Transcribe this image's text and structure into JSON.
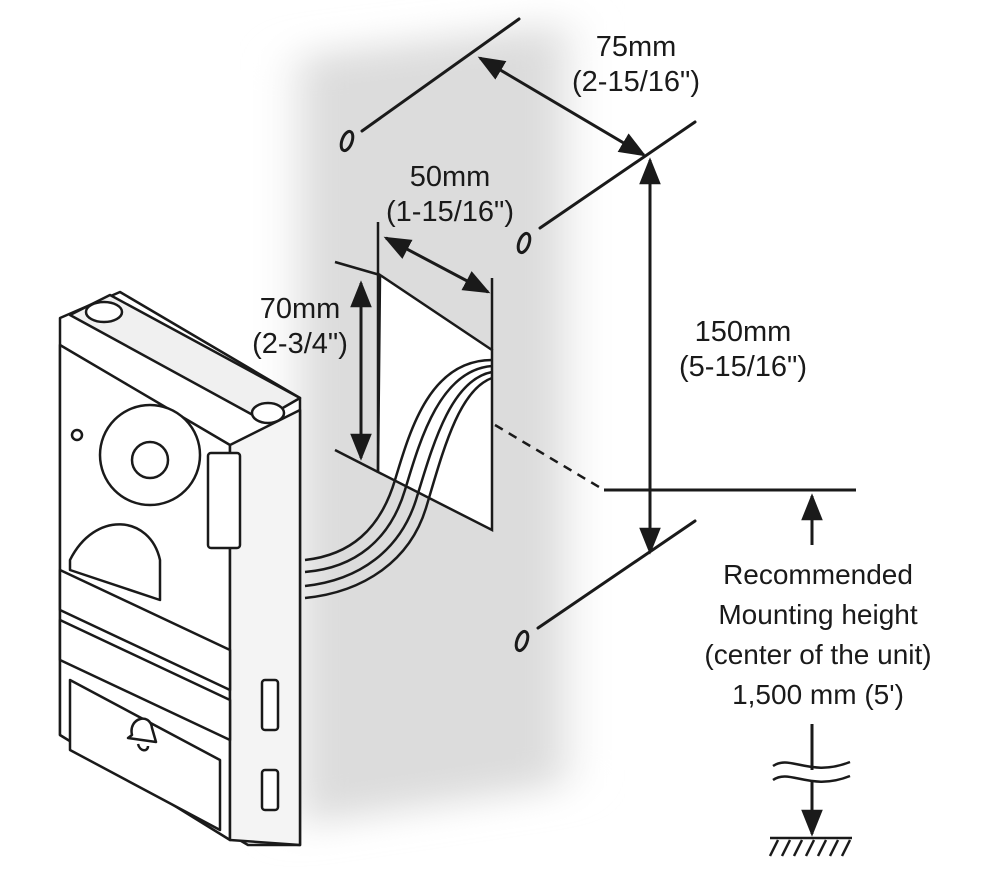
{
  "dims": {
    "top_width": "75mm",
    "top_width_in": "(2-15/16\")",
    "box_width": "50mm",
    "box_width_in": "(1-15/16\")",
    "box_height": "70mm",
    "box_height_in": "(2-3/4\")",
    "hole_spacing": "150mm",
    "hole_spacing_in": "(5-15/16\")"
  },
  "note": {
    "line1": "Recommended",
    "line2": "Mounting height",
    "line3": "(center of the unit)",
    "line4": "1,500 mm (5')"
  },
  "colors": {
    "line": "#1a1a1a",
    "wall_shadow": "#d9d9d9",
    "white": "#ffffff"
  }
}
